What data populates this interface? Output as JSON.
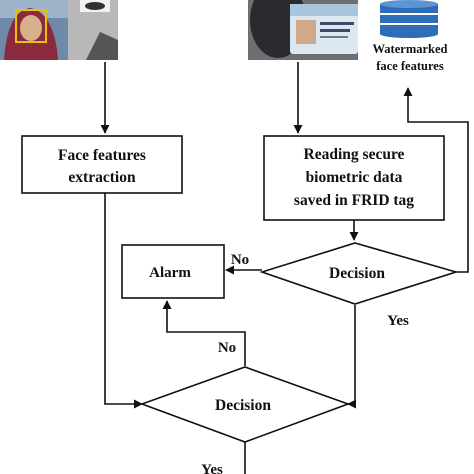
{
  "nodes": {
    "face_extract": {
      "line1": "Face features",
      "line2": "extraction"
    },
    "reading": {
      "line1": "Reading secure",
      "line2": "biometric data",
      "line3": "saved in FRID tag"
    },
    "watermarked": {
      "line1": "Watermarked",
      "line2": "face features"
    },
    "alarm": {
      "label": "Alarm"
    },
    "decision_top": {
      "label": "Decision"
    },
    "decision_bottom": {
      "label": "Decision"
    }
  },
  "edges": {
    "top_no": "No",
    "top_yes": "Yes",
    "bottom_no": "No",
    "bottom_yes": "Yes"
  },
  "images": {
    "face_photo": "photo-of-woman-with-face-detection-box",
    "scanner": "card-reader-device-icon",
    "id_card": "id-card-photo",
    "database": "database-icon"
  },
  "colors": {
    "line": "#111111",
    "database": "#2e6db7",
    "detect_box": "#e6c200"
  }
}
